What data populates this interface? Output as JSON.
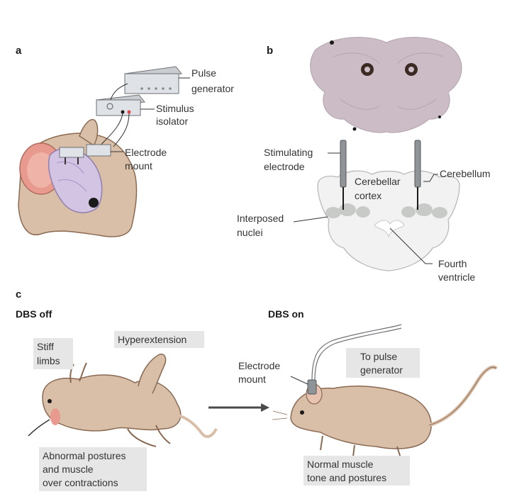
{
  "panels": {
    "a": "a",
    "b": "b",
    "c": "c"
  },
  "panel_a": {
    "pulse_generator": [
      "Pulse",
      "generator"
    ],
    "stimulus_isolator": [
      "Stimulus",
      "isolator"
    ],
    "electrode_mount": [
      "Electrode",
      "mount"
    ]
  },
  "panel_b": {
    "stimulating_electrode": [
      "Stimulating",
      "electrode"
    ],
    "cerebellum": "Cerebellum",
    "cerebellar_cortex": [
      "Cerebellar",
      "cortex"
    ],
    "interposed_nuclei": [
      "Interposed",
      "nuclei"
    ],
    "fourth_ventricle": [
      "Fourth",
      "ventricle"
    ]
  },
  "panel_c": {
    "dbs_off": "DBS off",
    "dbs_on": "DBS on",
    "stiff_limbs": [
      "Stiff",
      "limbs"
    ],
    "hyperextension": "Hyperextension",
    "abnormal_postures": [
      "Abnormal postures",
      "and muscle",
      "over contractions"
    ],
    "electrode_mount": [
      "Electrode",
      "mount"
    ],
    "to_pulse_generator": [
      "To pulse",
      "generator"
    ],
    "normal_muscle": [
      "Normal muscle",
      "tone and postures"
    ]
  },
  "colors": {
    "mouse_fur": "#d9bfa8",
    "mouse_outline": "#8a6a52",
    "ear": "#e89a8e",
    "brain": "#d2c4e2",
    "device": "#dfe2e6",
    "section_fill": "#f2f2f2",
    "nuclei": "#c8cac8",
    "label_box": "#e6e6e6",
    "tissue": "#cbbcc6"
  }
}
